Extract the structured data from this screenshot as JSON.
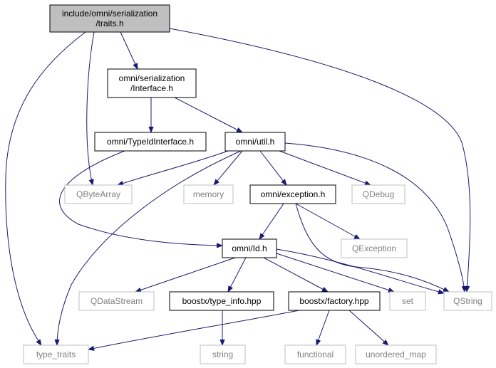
{
  "diagram": {
    "nodes": [
      {
        "id": "traits",
        "kind": "root",
        "lines": [
          "include/omni/serialization",
          "/traits.h"
        ]
      },
      {
        "id": "interface",
        "kind": "local",
        "lines": [
          "omni/serialization",
          "/Interface.h"
        ]
      },
      {
        "id": "typeidinterface",
        "kind": "local",
        "lines": [
          "omni/TypeIdInterface.h"
        ]
      },
      {
        "id": "util",
        "kind": "local",
        "lines": [
          "omni/util.h"
        ]
      },
      {
        "id": "qbytearray",
        "kind": "system",
        "lines": [
          "QByteArray"
        ]
      },
      {
        "id": "memory",
        "kind": "system",
        "lines": [
          "memory"
        ]
      },
      {
        "id": "exception",
        "kind": "local",
        "lines": [
          "omni/exception.h"
        ]
      },
      {
        "id": "qdebug",
        "kind": "system",
        "lines": [
          "QDebug"
        ]
      },
      {
        "id": "id",
        "kind": "local",
        "lines": [
          "omni/Id.h"
        ]
      },
      {
        "id": "qexception",
        "kind": "system",
        "lines": [
          "QException"
        ]
      },
      {
        "id": "qdatastream",
        "kind": "system",
        "lines": [
          "QDataStream"
        ]
      },
      {
        "id": "typeinfo",
        "kind": "local",
        "lines": [
          "boostx/type_info.hpp"
        ]
      },
      {
        "id": "factory",
        "kind": "local",
        "lines": [
          "boostx/factory.hpp"
        ]
      },
      {
        "id": "set",
        "kind": "system",
        "lines": [
          "set"
        ]
      },
      {
        "id": "qstring",
        "kind": "system",
        "lines": [
          "QString"
        ]
      },
      {
        "id": "typetraits",
        "kind": "system",
        "lines": [
          "type_traits"
        ]
      },
      {
        "id": "string",
        "kind": "system",
        "lines": [
          "string"
        ]
      },
      {
        "id": "functional",
        "kind": "system",
        "lines": [
          "functional"
        ]
      },
      {
        "id": "unorderedmap",
        "kind": "system",
        "lines": [
          "unordered_map"
        ]
      }
    ],
    "edges": [
      {
        "from": "traits",
        "to": "interface"
      },
      {
        "from": "traits",
        "to": "qbytearray"
      },
      {
        "from": "traits",
        "to": "qstring"
      },
      {
        "from": "traits",
        "to": "typetraits"
      },
      {
        "from": "interface",
        "to": "typeidinterface"
      },
      {
        "from": "interface",
        "to": "util"
      },
      {
        "from": "typeidinterface",
        "to": "id"
      },
      {
        "from": "util",
        "to": "qbytearray"
      },
      {
        "from": "util",
        "to": "memory"
      },
      {
        "from": "util",
        "to": "exception"
      },
      {
        "from": "util",
        "to": "qdebug"
      },
      {
        "from": "util",
        "to": "qstring"
      },
      {
        "from": "util",
        "to": "typetraits"
      },
      {
        "from": "exception",
        "to": "id"
      },
      {
        "from": "exception",
        "to": "qexception"
      },
      {
        "from": "exception",
        "to": "qstring"
      },
      {
        "from": "id",
        "to": "qdatastream"
      },
      {
        "from": "id",
        "to": "typeinfo"
      },
      {
        "from": "id",
        "to": "factory"
      },
      {
        "from": "id",
        "to": "set"
      },
      {
        "from": "id",
        "to": "qstring"
      },
      {
        "from": "typeinfo",
        "to": "string"
      },
      {
        "from": "factory",
        "to": "typetraits"
      },
      {
        "from": "factory",
        "to": "functional"
      },
      {
        "from": "factory",
        "to": "unorderedmap"
      }
    ]
  }
}
